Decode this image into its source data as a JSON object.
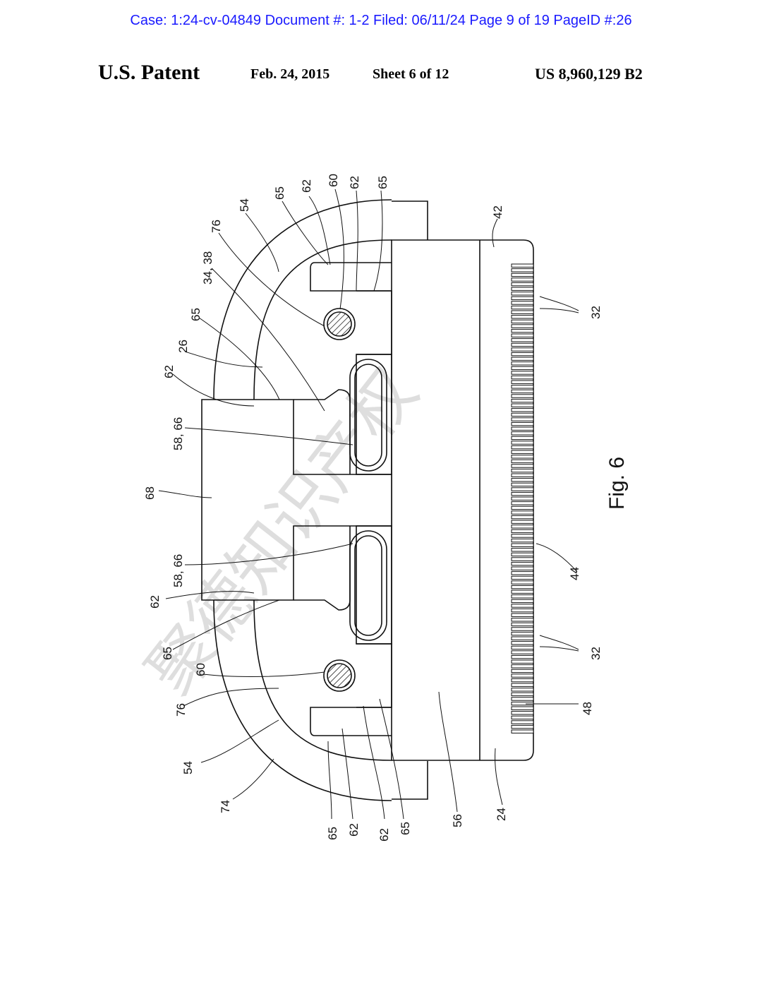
{
  "case_header": "Case: 1:24-cv-04849 Document #: 1-2 Filed: 06/11/24 Page 9 of 19 PageID #:26",
  "patent_header": {
    "left": "U.S. Patent",
    "date": "Feb. 24, 2015",
    "sheet": "Sheet 6 of 12",
    "number": "US 8,960,129 B2"
  },
  "figure": {
    "caption": "Fig. 6",
    "labels": {
      "l65_top_a": "65",
      "l62_top_a": "62",
      "l60_top": "60",
      "l62_top_b": "62",
      "l65_top_b": "65",
      "l54_top": "54",
      "l76_top": "76",
      "l34_38": "34, 38",
      "l65_mid_top": "65",
      "l26": "26",
      "l62_mid_top": "62",
      "l58_66_top": "58, 66",
      "l68": "68",
      "l58_66_bot": "58, 66",
      "l62_mid_bot": "62",
      "l65_mid_bot": "65",
      "l60_bot": "60",
      "l76_bot": "76",
      "l54_bot": "54",
      "l74": "74",
      "l65_bot_a": "65",
      "l62_bot_a": "62",
      "l62_bot_b": "62",
      "l65_bot_b": "65",
      "l56": "56",
      "l24": "24",
      "l42": "42",
      "l32_top": "32",
      "l44": "44",
      "l32_bot": "32",
      "l48": "48"
    },
    "watermark": "聚德知识产权"
  }
}
